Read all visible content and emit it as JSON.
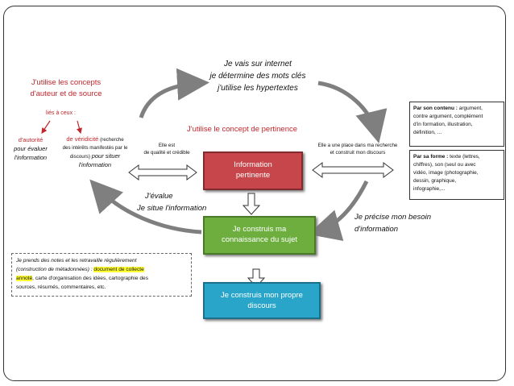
{
  "top_center": {
    "line1": "Je vais sur internet",
    "line2": "je détermine  des mots clés",
    "line3": "j'utilise les hypertextes"
  },
  "left": {
    "concepts_line1": "J'utilise les concepts",
    "concepts_line2": "d'auteur et de source",
    "lies": "liés à ceux :",
    "autorite_title": "d'autorité",
    "autorite_line1": "pour évaluer",
    "autorite_line2": "l'information",
    "veridicite_title": "de véridicité",
    "veridicite_detail1": "(recherche",
    "veridicite_detail2": "des intérêts manifestés par le",
    "veridicite_detail3": "discours)",
    "veridicite_suffix1": "pour situer",
    "veridicite_suffix2": "l'information"
  },
  "pertinence": {
    "title": "J'utilise le concept de pertinence",
    "left_note1": "Elle est",
    "left_note2": "de qualité et crédible",
    "right_note1": "Elle a une place dans ma recherche",
    "right_note2": "et construit mon discours"
  },
  "boxes": {
    "info_line1": "Information",
    "info_line2": "pertinente",
    "connaissance_line1": "Je construis ma",
    "connaissance_line2": "connaissance du sujet",
    "discours_line1": "Je construis mon propre",
    "discours_line2": "discours"
  },
  "evalue": {
    "line1": "J'évalue",
    "line2": "Je situe l'information"
  },
  "besoin": {
    "line1": "Je précise mon besoin",
    "line2": "d'information"
  },
  "contenu": {
    "label": "Par son contenu :",
    "l1": " argument,",
    "l2": "contre argument, complément",
    "l3": "d'in formation, illustration,",
    "l4": "définition, ..."
  },
  "forme": {
    "label": "Par sa forme :",
    "l1": " texte (lettres,",
    "l2": "chiffres), son (seul ou avec",
    "l3": "vidéo, image (photographie,",
    "l4": "dessin, graphique,",
    "l5": "infographie,..."
  },
  "notes": {
    "italic1": "Je prends des notes et les retravaille régulièrement",
    "italic2": "(construction de métadonnées) :",
    "hl1": "document de collecte",
    "hl2": "annoté",
    "l2rest": ", carte d'organisation des idées, cartographie des",
    "l3": "sources, résumés, commentaires, etc."
  },
  "colors": {
    "red_box": "#c7464b",
    "green_box": "#6dae3f",
    "blue_box": "#29a5c9",
    "red_text": "#c0262b",
    "arrow_gray": "#7f7f7f",
    "highlight": "#ffff33"
  }
}
